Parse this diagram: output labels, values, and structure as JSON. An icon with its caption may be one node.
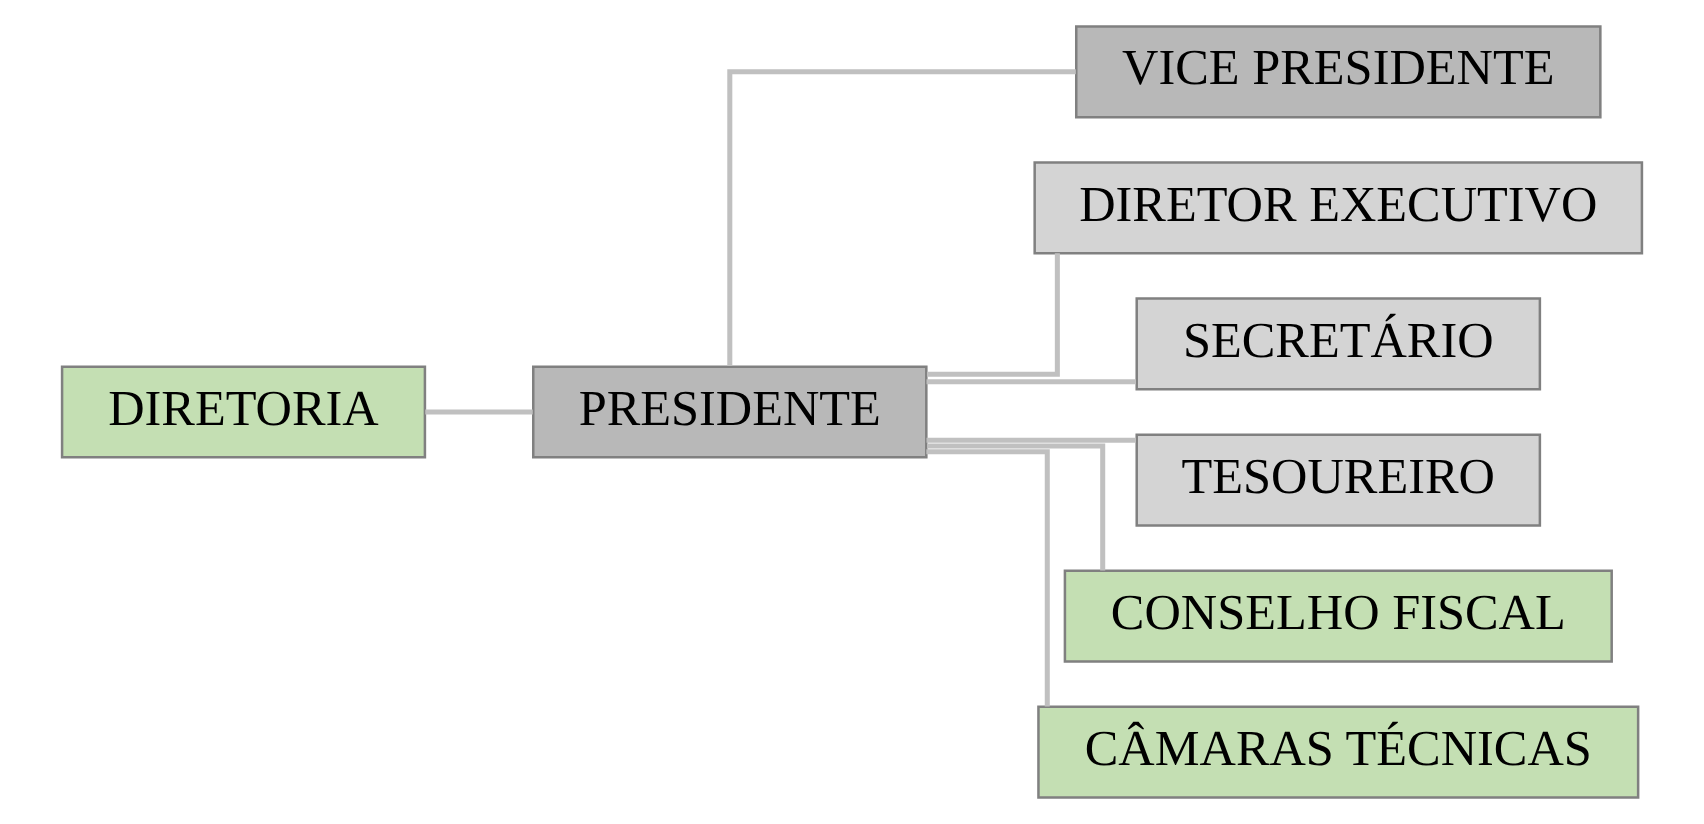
{
  "diagram": {
    "nodes": [
      {
        "text": [
          "DIRETORIA"
        ]
      },
      {
        "text": [
          "PRESIDENTE"
        ]
      },
      {
        "text": [
          "VICE PRESIDENTE"
        ]
      },
      {
        "text": [
          "DIRETOR EXECUTIVO"
        ]
      },
      {
        "text": [
          "SECRETÁRIO"
        ]
      },
      {
        "text": [
          "TESOUREIRO"
        ]
      },
      {
        "text": [
          "CONSELHO FISCAL"
        ]
      },
      {
        "text": [
          "CÂMARAS TÉCNICAS"
        ]
      }
    ],
    "edges": [
      {
        "from": 0,
        "to": 1,
        "arrow": "none"
      },
      {
        "from": 1,
        "to": 2,
        "arrow": "none"
      },
      {
        "from": 1,
        "to": 3,
        "arrow": "none"
      },
      {
        "from": 1,
        "to": 4,
        "arrow": "none"
      },
      {
        "from": 1,
        "to": 5,
        "arrow": "none"
      },
      {
        "from": 1,
        "to": 6,
        "arrow": "none"
      },
      {
        "from": 1,
        "to": 7,
        "arrow": "none"
      }
    ]
  }
}
